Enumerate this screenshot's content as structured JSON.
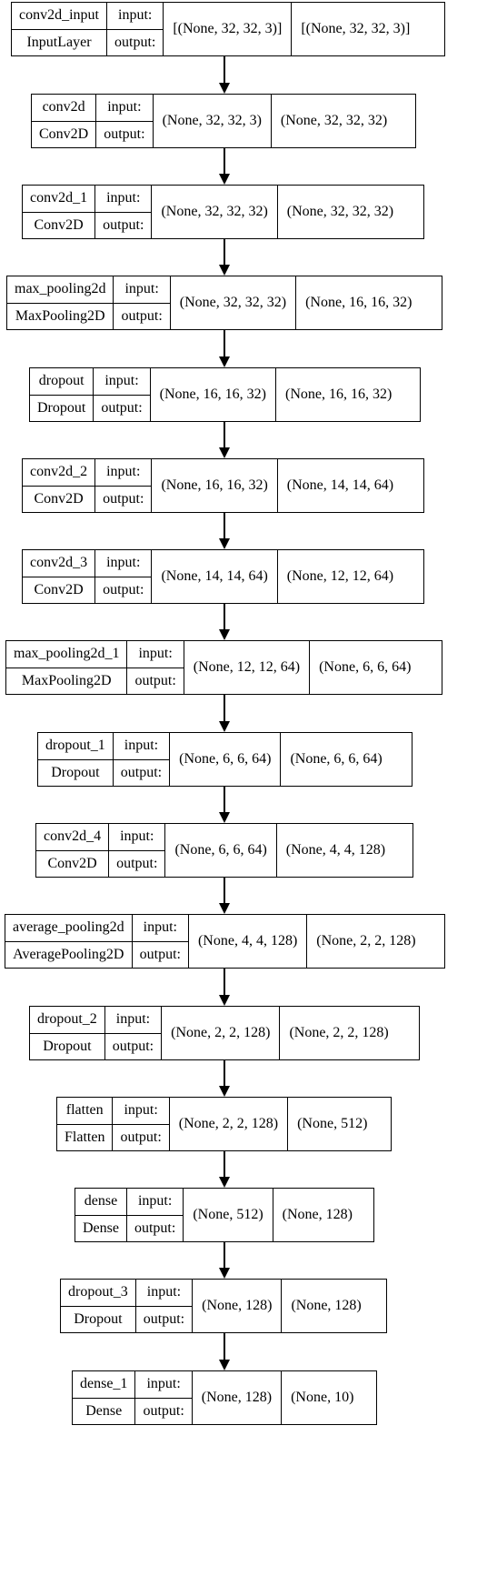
{
  "diagram": {
    "io_labels": {
      "input": "input:",
      "output": "output:"
    },
    "layers": [
      {
        "name": "conv2d_input",
        "type": "InputLayer",
        "input_shape": "[(None, 32, 32, 3)]",
        "output_shape": "[(None, 32, 32, 3)]"
      },
      {
        "name": "conv2d",
        "type": "Conv2D",
        "input_shape": "(None, 32, 32, 3)",
        "output_shape": "(None, 32, 32, 32)"
      },
      {
        "name": "conv2d_1",
        "type": "Conv2D",
        "input_shape": "(None, 32, 32, 32)",
        "output_shape": "(None, 32, 32, 32)"
      },
      {
        "name": "max_pooling2d",
        "type": "MaxPooling2D",
        "input_shape": "(None, 32, 32, 32)",
        "output_shape": "(None, 16, 16, 32)"
      },
      {
        "name": "dropout",
        "type": "Dropout",
        "input_shape": "(None, 16, 16, 32)",
        "output_shape": "(None, 16, 16, 32)"
      },
      {
        "name": "conv2d_2",
        "type": "Conv2D",
        "input_shape": "(None, 16, 16, 32)",
        "output_shape": "(None, 14, 14, 64)"
      },
      {
        "name": "conv2d_3",
        "type": "Conv2D",
        "input_shape": "(None, 14, 14, 64)",
        "output_shape": "(None, 12, 12, 64)"
      },
      {
        "name": "max_pooling2d_1",
        "type": "MaxPooling2D",
        "input_shape": "(None, 12, 12, 64)",
        "output_shape": "(None, 6, 6, 64)"
      },
      {
        "name": "dropout_1",
        "type": "Dropout",
        "input_shape": "(None, 6, 6, 64)",
        "output_shape": "(None, 6, 6, 64)"
      },
      {
        "name": "conv2d_4",
        "type": "Conv2D",
        "input_shape": "(None, 6, 6, 64)",
        "output_shape": "(None, 4, 4, 128)"
      },
      {
        "name": "average_pooling2d",
        "type": "AveragePooling2D",
        "input_shape": "(None, 4, 4, 128)",
        "output_shape": "(None, 2, 2, 128)"
      },
      {
        "name": "dropout_2",
        "type": "Dropout",
        "input_shape": "(None, 2, 2, 128)",
        "output_shape": "(None, 2, 2, 128)"
      },
      {
        "name": "flatten",
        "type": "Flatten",
        "input_shape": "(None, 2, 2, 128)",
        "output_shape": "(None, 512)"
      },
      {
        "name": "dense",
        "type": "Dense",
        "input_shape": "(None, 512)",
        "output_shape": "(None, 128)"
      },
      {
        "name": "dropout_3",
        "type": "Dropout",
        "input_shape": "(None, 128)",
        "output_shape": "(None, 128)"
      },
      {
        "name": "dense_1",
        "type": "Dense",
        "input_shape": "(None, 128)",
        "output_shape": "(None, 10)"
      }
    ]
  }
}
